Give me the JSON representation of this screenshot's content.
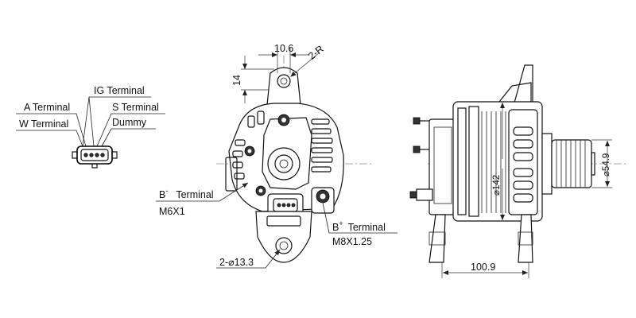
{
  "connector_labels": {
    "ig": "IG Terminal",
    "a": "A Terminal",
    "s": "S Terminal",
    "w": "W Terminal",
    "dummy": "Dummy"
  },
  "front_view": {
    "dim_width": "10.6",
    "dim_radius": "2-R",
    "dim_height": "14",
    "b_minus_label": "B",
    "b_minus_sup": "-",
    "b_minus_word": "Terminal",
    "b_minus_thread": "M6X1",
    "b_plus_label": "B",
    "b_plus_sup": "+",
    "b_plus_word": "Terminal",
    "b_plus_thread": "M8X1.25",
    "hole_dim": "2-⌀13.3"
  },
  "side_view": {
    "body_dia": "⌀142",
    "pulley_dia": "⌀54.9",
    "mount_length": "100.9"
  }
}
